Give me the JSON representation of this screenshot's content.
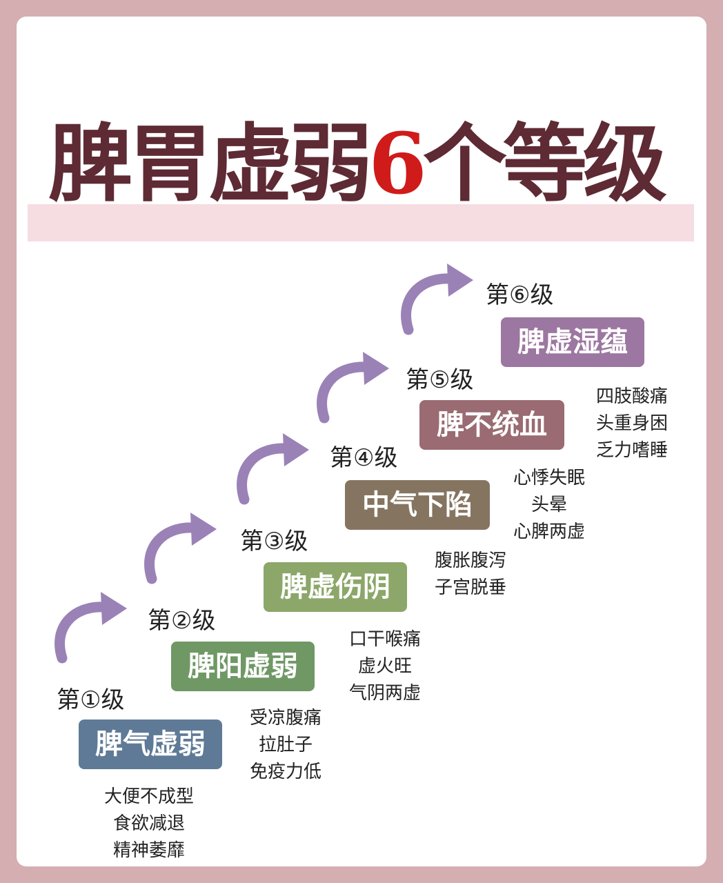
{
  "title": {
    "main": "脾胃虚弱",
    "number": "6",
    "suffix": "个等级"
  },
  "stages": [
    {
      "level": "第①级",
      "name": "脾气虚弱",
      "color": "#5f7a96",
      "symptoms": [
        "大便不成型",
        "食欲减退",
        "精神萎靡"
      ]
    },
    {
      "level": "第②级",
      "name": "脾阳虚弱",
      "color": "#6f9865",
      "symptoms": [
        "受凉腹痛",
        "拉肚子",
        "免疫力低"
      ]
    },
    {
      "level": "第③级",
      "name": "脾虚伤阴",
      "color": "#8ca769",
      "symptoms": [
        "口干喉痛",
        "虚火旺",
        "气阴两虚"
      ]
    },
    {
      "level": "第④级",
      "name": "中气下陷",
      "color": "#857560",
      "symptoms": [
        "腹胀腹泻",
        "子宫脱垂"
      ]
    },
    {
      "level": "第⑤级",
      "name": "脾不统血",
      "color": "#9a6b72",
      "symptoms": [
        "心悸失眠",
        "头晕",
        "心脾两虚"
      ]
    },
    {
      "level": "第⑥级",
      "name": "脾虚湿蕴",
      "color": "#9c77a1",
      "symptoms": [
        "四肢酸痛",
        "头重身困",
        "乏力嗜睡"
      ]
    }
  ],
  "colors": {
    "arrow": "#9a82b7",
    "title": "#5e2a34",
    "accent": "#d01b1b",
    "band": "#f6dde2",
    "frame": "#d4aeb1"
  },
  "icons": {
    "arrow": "curved-arrow-icon"
  }
}
